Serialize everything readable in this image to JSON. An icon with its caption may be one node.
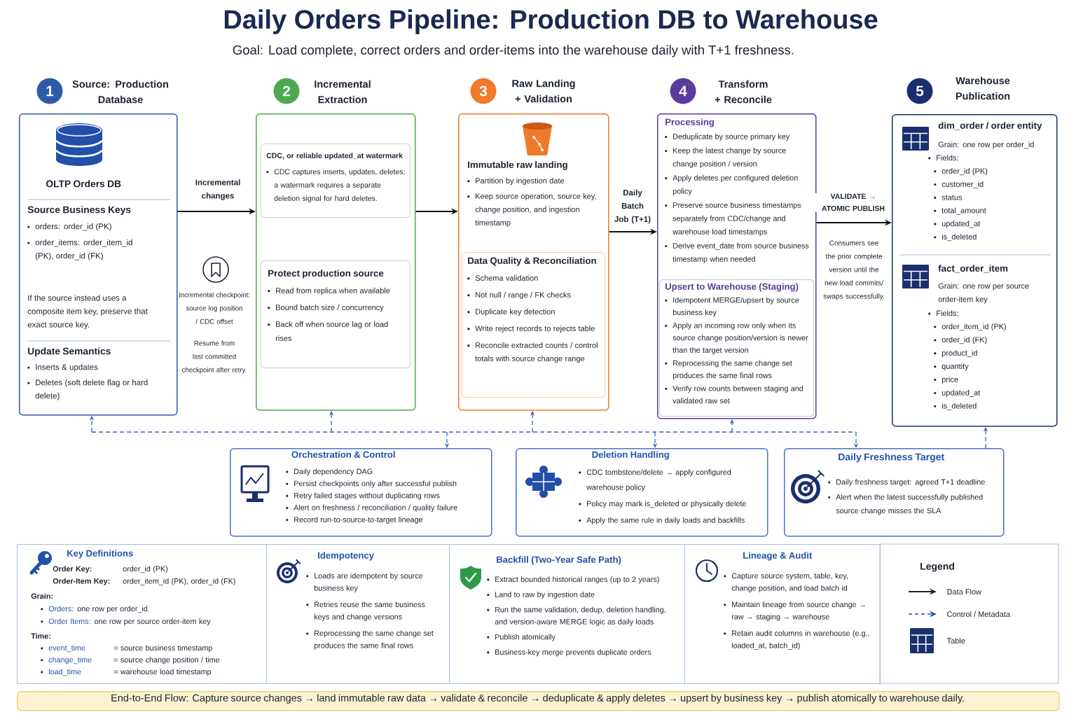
{
  "diagram": {
    "title": "Daily Orders Pipeline: Production DB to Warehouse",
    "caption": "Goal: Load complete, correct orders and order-items into the warehouse daily with T+1 freshness.",
    "nodes": [
      {
        "text": [
          "1",
          "Source: Production Database",
          "OLTP Orders DB",
          "Source Business Keys",
          "orders: order_id (PK)",
          "order_items: order_item_id (PK), order_id (FK)",
          "If the source instead uses a composite item key, preserve that exact source key.",
          "Update Semantics",
          "Inserts & updates",
          "Deletes (soft delete flag or hard delete)"
        ]
      },
      {
        "text": [
          "2",
          "Incremental Extraction"
        ]
      },
      {
        "text": [
          "CDC, or reliable updated_at watermark",
          "CDC captures inserts, updates, deletes; a watermark requires a separate deletion signal for hard deletes."
        ],
        "in": 1
      },
      {
        "text": [
          "Protect production source",
          "Read from replica when available",
          "Bound batch size / concurrency",
          "Back off when source lag or load rises"
        ],
        "in": 1
      },
      {
        "text": [
          "3",
          "Raw Landing + Validation",
          "Immutable raw landing",
          "Partition by ingestion date",
          "Keep source operation, source key, change position, and ingestion timestamp"
        ]
      },
      {
        "text": [
          "Data Quality & Reconciliation",
          "Schema validation",
          "Not null / range / FK checks",
          "Duplicate key detection",
          "Write reject records to rejects table",
          "Reconcile extracted counts / control totals with source change range"
        ],
        "in": 4
      },
      {
        "text": [
          "4",
          "Transform + Reconcile",
          "Processing",
          "Deduplicate by source primary key",
          "Keep the latest change by source change position / version",
          "Apply deletes per configured deletion policy",
          "Preserve source business timestamps separately from CDC/change and warehouse load timestamps",
          "Derive event_date from source business timestamp when needed"
        ]
      },
      {
        "text": [
          "Upsert to Warehouse (Staging)",
          "Idempotent MERGE/upsert by source business key",
          "Apply an incoming row only when its source change position/version is newer than the target version",
          "Reprocessing the same change set produces the same final rows",
          "Verify row counts between staging and validated raw set"
        ],
        "in": 6
      },
      {
        "text": [
          "5",
          "Warehouse Publication",
          "dim_order / order entity",
          "Grain: one row per order_id",
          "Fields:",
          "order_id (PK)",
          "customer_id",
          "status",
          "total_amount",
          "updated_at",
          "is_deleted",
          "fact_order_item",
          "Grain: one row per source order-item key",
          "Fields:",
          "order_item_id (PK)",
          "order_id (FK)",
          "product_id",
          "quantity",
          "price",
          "updated_at",
          "is_deleted"
        ]
      },
      {
        "text": [
          "Orchestration & Control",
          "Daily dependency DAG",
          "Persist checkpoints only after successful publish",
          "Retry failed stages without duplicating rows",
          "Alert on freshness / reconciliation / quality failure",
          "Record run-to-source-to-target lineage"
        ]
      },
      {
        "text": [
          "Deletion Handling",
          "CDC tombstone/delete → apply configured warehouse policy",
          "Policy may mark is_deleted or physically delete",
          "Apply the same rule in daily loads and backfills"
        ]
      },
      {
        "text": [
          "Daily Freshness Target",
          "Daily freshness target: agreed T+1 deadline",
          "Alert when the latest successfully published source change misses the SLA"
        ]
      },
      {
        "text": [
          "Key Definitions",
          "Order Key:",
          "order_id (PK)",
          "Order-Item Key:",
          "order_item_id (PK), order_id (FK)",
          "Grain:",
          "Orders:",
          "one row per order_id",
          "Order Items:",
          "one row per source order-item key",
          "Time:",
          "event_time",
          "= source business timestamp",
          "change_time",
          "= source change position / time",
          "load_time",
          "= warehouse load timestamp"
        ]
      },
      {
        "text": [
          "Idempotency",
          "Loads are idempotent by source business key",
          "Retries reuse the same business keys and change versions",
          "Reprocessing the same change set produces the same final rows"
        ]
      },
      {
        "text": [
          "Backfill (Two-Year Safe Path)",
          "Extract bounded historical ranges (up to 2 years)",
          "Land to raw by ingestion date",
          "Run the same validation, dedup, deletion handling, and version-aware MERGE logic as daily loads",
          "Publish atomically",
          "Business-key merge prevents duplicate orders"
        ]
      },
      {
        "text": [
          "Lineage & Audit",
          "Capture source system, table, key, change position, and load batch id",
          "Maintain lineage from source change → raw → staging → warehouse",
          "Retain audit columns in warehouse (e.g., loaded_at, batch_id)"
        ]
      },
      {
        "text": [
          "End-to-End Flow: Capture source changes → land immutable raw data → validate & reconcile → deduplicate & apply deletes → upsert by business key → publish atomically to warehouse daily."
        ]
      }
    ],
    "edges": [
      {
        "from": 0,
        "to": 1,
        "arrow": "to",
        "label": "Incremental changes",
        "color": "#111111"
      },
      {
        "from": 1,
        "to": 4,
        "arrow": "to",
        "color": "#111111"
      },
      {
        "from": 4,
        "to": 6,
        "arrow": "to",
        "label": "Daily Batch Job (T+1)",
        "color": "#111111"
      },
      {
        "from": 6,
        "to": 8,
        "arrow": "to",
        "label": "VALIDATE → ATOMIC PUBLISH",
        "color": "#111111"
      },
      {
        "from": null,
        "to": 0,
        "arrow": "to",
        "style": "dashed",
        "color": "#3a62c0"
      },
      {
        "from": null,
        "to": 1,
        "arrow": "to",
        "style": "dashed",
        "color": "#3a62c0"
      },
      {
        "from": null,
        "to": 4,
        "arrow": "to",
        "style": "dashed",
        "color": "#3a62c0"
      },
      {
        "from": null,
        "to": 6,
        "arrow": "to",
        "style": "dashed",
        "color": "#3a62c0"
      },
      {
        "from": 11,
        "to": 8,
        "arrow": "to",
        "style": "dashed",
        "color": "#3a62c0"
      },
      {
        "from": null,
        "to": 9,
        "arrow": "to",
        "style": "dashed",
        "color": "#3a62c0"
      },
      {
        "from": null,
        "to": 10,
        "arrow": "to",
        "style": "dashed",
        "color": "#3a62c0"
      },
      {
        "from": null,
        "to": 11,
        "arrow": "to",
        "style": "dashed",
        "color": "#3a62c0"
      }
    ],
    "labels": [
      "Incremental checkpoint: source log position / CDC offset",
      "Resume from last committed checkpoint after retry.",
      "Consumers see the prior complete version until the new load commits/ swaps successfully.",
      "Legend"
    ],
    "legend": [
      {
        "text": "Data Flow"
      },
      {
        "text": "Control / Metadata"
      },
      {
        "text": "Table"
      }
    ]
  }
}
